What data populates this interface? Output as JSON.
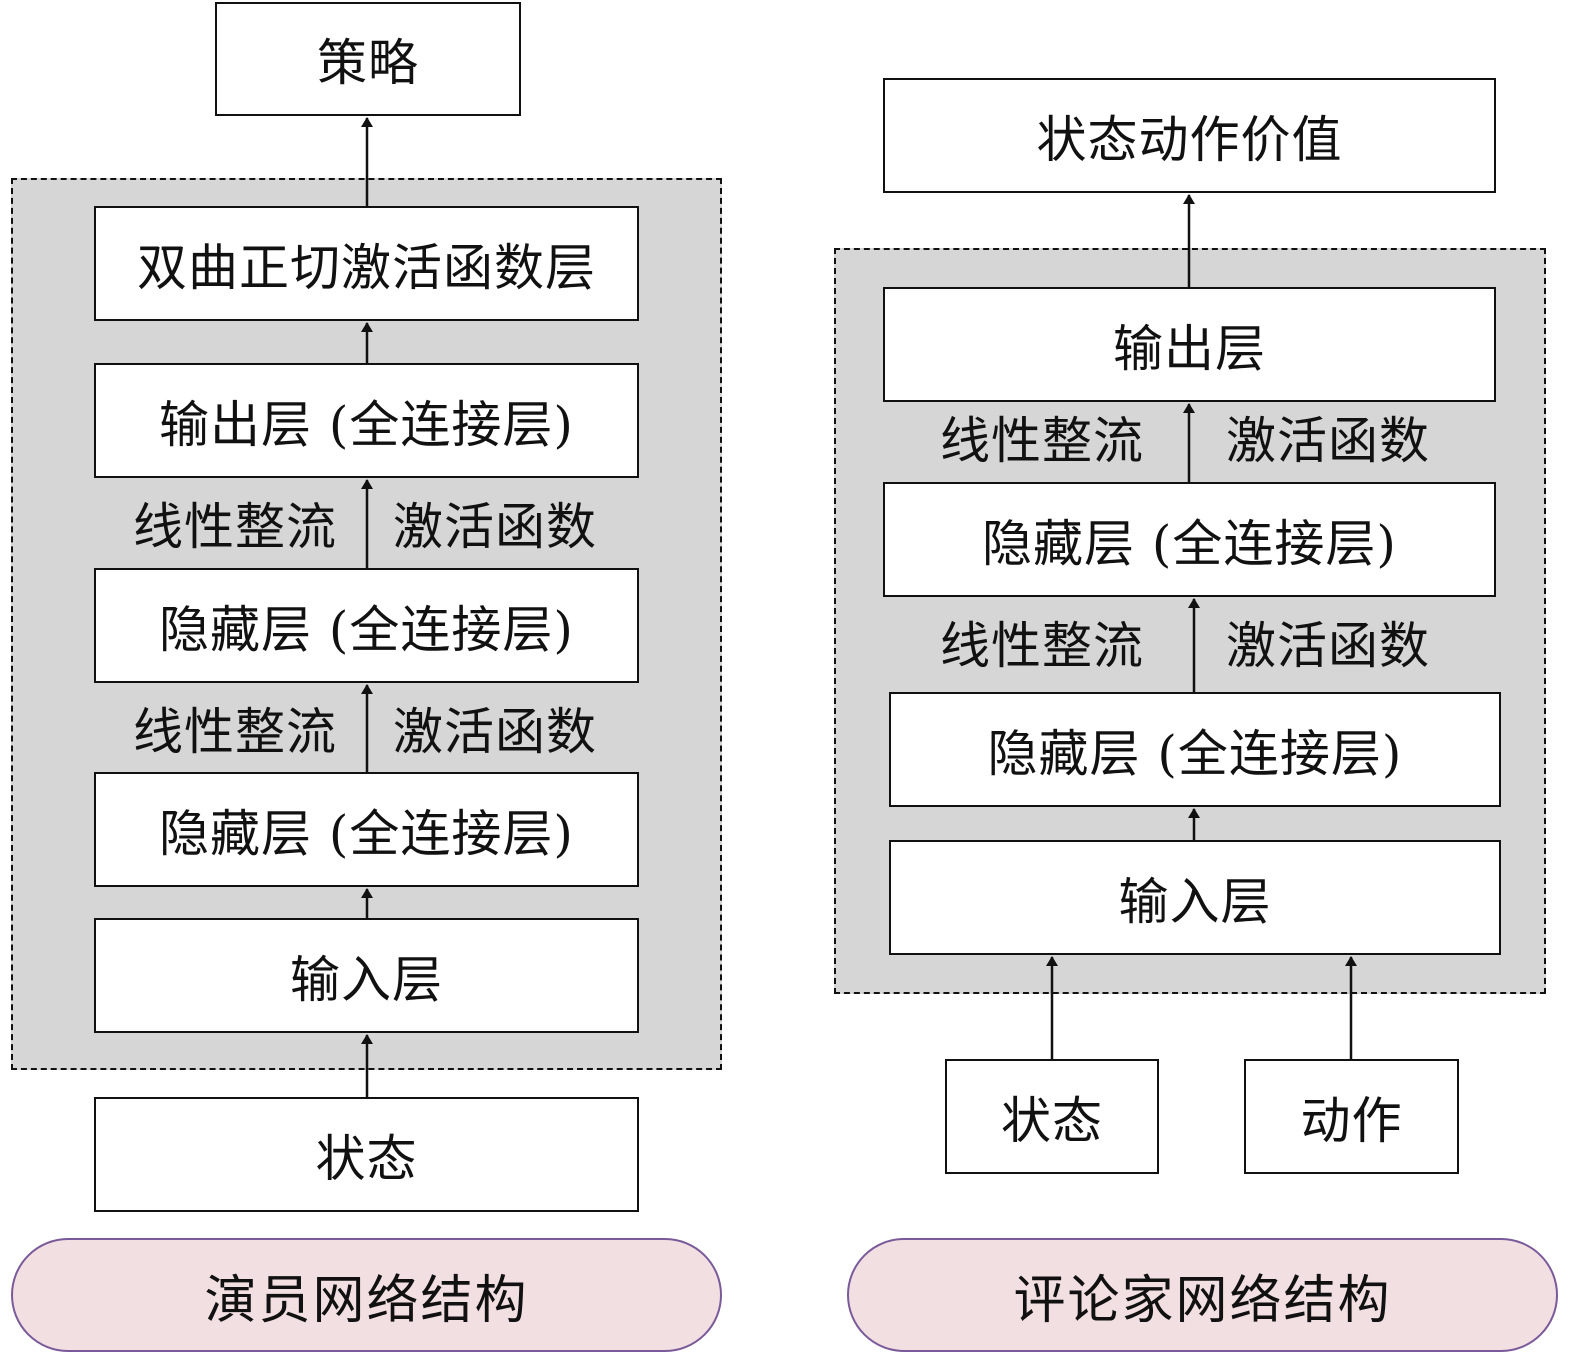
{
  "actor": {
    "output": "策略",
    "tanh_layer": "双曲正切激活函数层",
    "output_layer": "输出层 (全连接层)",
    "relu_left_1": "线性整流",
    "relu_right_1": "激活函数",
    "hidden_1": "隐藏层 (全连接层)",
    "relu_left_2": "线性整流",
    "relu_right_2": "激活函数",
    "hidden_2": "隐藏层 (全连接层)",
    "input_layer": "输入层",
    "state": "状态",
    "caption": "演员网络结构"
  },
  "critic": {
    "output": "状态动作价值",
    "output_layer": "输出层",
    "relu_left_1": "线性整流",
    "relu_right_1": "激活函数",
    "hidden_1": "隐藏层 (全连接层)",
    "relu_left_2": "线性整流",
    "relu_right_2": "激活函数",
    "hidden_2": "隐藏层 (全连接层)",
    "input_layer": "输入层",
    "state": "状态",
    "action": "动作",
    "caption": "评论家网络结构"
  },
  "colors": {
    "panel_fill": "#d6d6d6",
    "caption_fill": "#f2dfe2",
    "caption_border": "#7a5a9a"
  }
}
